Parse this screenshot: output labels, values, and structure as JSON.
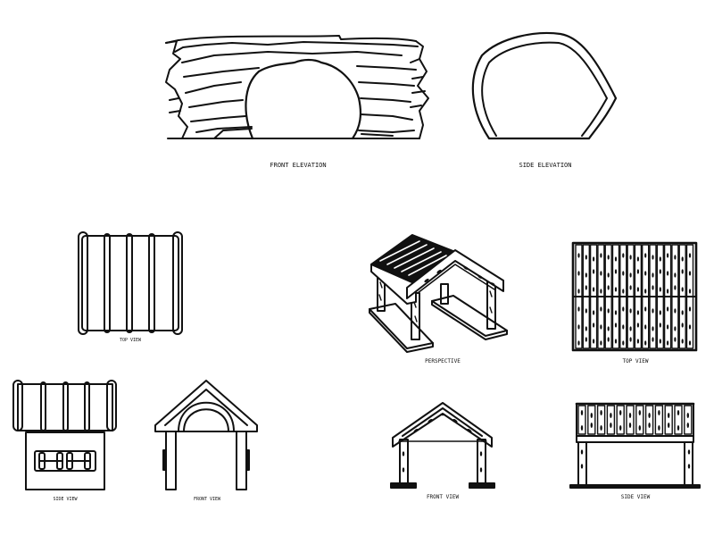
{
  "colors": {
    "ink": "#111111",
    "paper": "#ffffff"
  },
  "labels": {
    "front_elevation": "FRONT ELEVATION",
    "side_elevation": "SIDE ELEVATION",
    "top_view_small": "TOP VIEW",
    "side_view_small": "SIDE VIEW",
    "front_view_small": "FRONT VIEW",
    "perspective": "PERSPECTIVE",
    "top_view": "TOP VIEW",
    "front_view": "FRONT VIEW",
    "side_view": "SIDE VIEW"
  }
}
